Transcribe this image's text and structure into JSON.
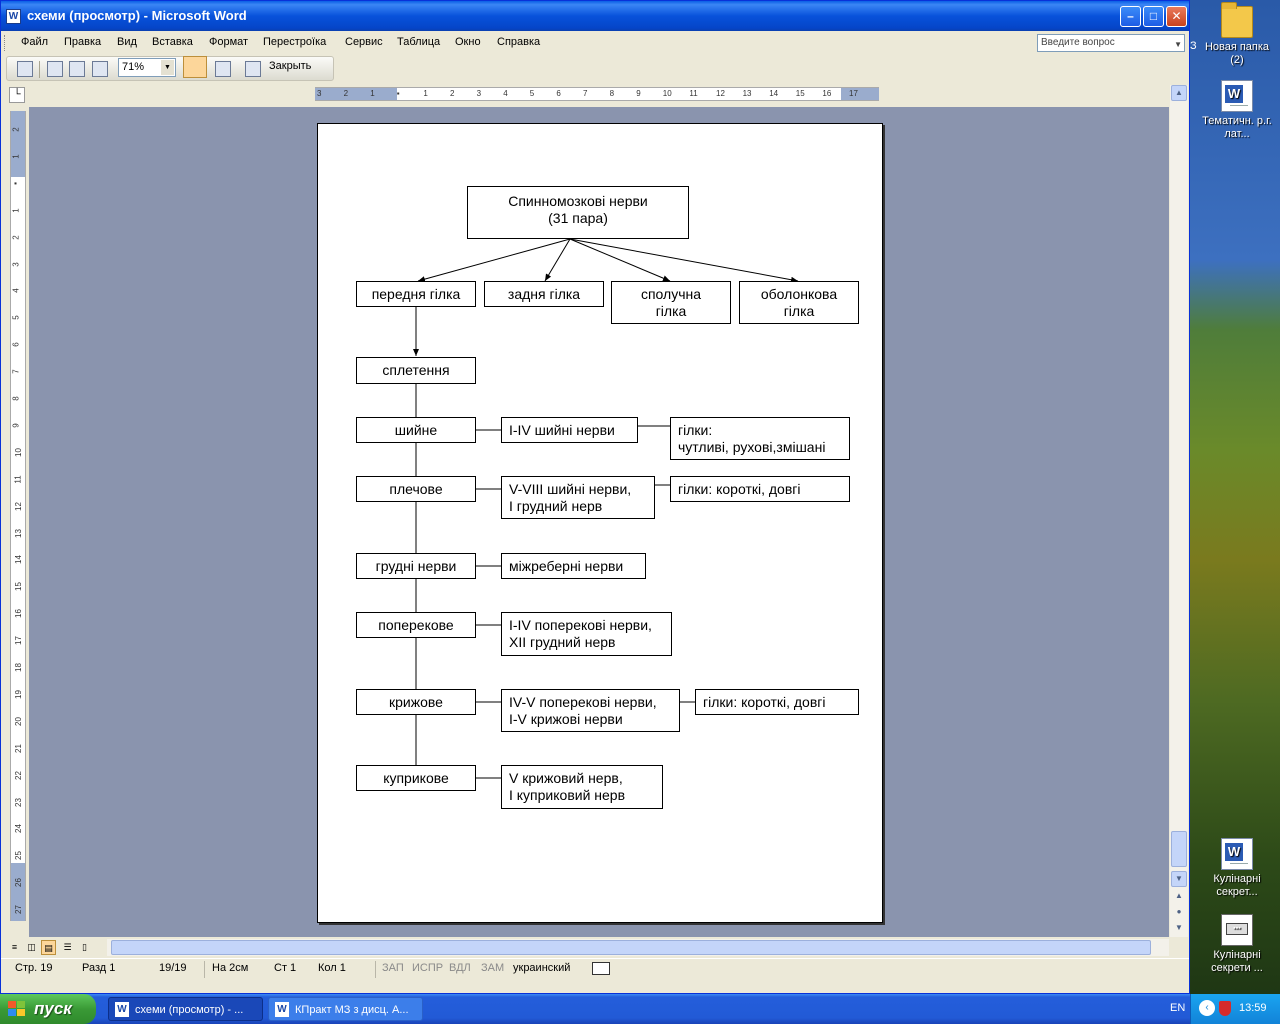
{
  "window": {
    "title": "схеми (просмотр) - Microsoft Word",
    "app_icon": "W"
  },
  "menu": [
    "Файл",
    "Правка",
    "Вид",
    "Вставка",
    "Формат",
    "Перестроїка",
    "Сервис",
    "Таблица",
    "Окно",
    "Справка"
  ],
  "ask_box": {
    "placeholder": "Введите вопрос"
  },
  "toolbar": {
    "zoom": "71%",
    "close_label": "Закрыть"
  },
  "ruler_h": [
    "3",
    "2",
    "1",
    "",
    "1",
    "2",
    "3",
    "4",
    "5",
    "6",
    "7",
    "8",
    "9",
    "10",
    "11",
    "12",
    "13",
    "14",
    "15",
    "16",
    "17"
  ],
  "ruler_v": [
    "2",
    "1",
    "",
    "1",
    "2",
    "3",
    "4",
    "5",
    "6",
    "7",
    "8",
    "9",
    "10",
    "11",
    "12",
    "13",
    "14",
    "15",
    "16",
    "17",
    "18",
    "19",
    "20",
    "21",
    "22",
    "23",
    "24",
    "25",
    "26",
    "27"
  ],
  "diagram": {
    "root": [
      "Спинномозкові нерви",
      "(31 пара)"
    ],
    "branches": [
      "передня гілка",
      "задня гілка",
      "сполучна гілка",
      "оболонкова гілка"
    ],
    "branch_lines": [
      [
        "передня гілка"
      ],
      [
        "задня гілка"
      ],
      [
        "сполучна",
        "гілка"
      ],
      [
        "оболонкова",
        "гілка"
      ]
    ],
    "plexus": "сплетення",
    "rows": [
      {
        "name": "шийне",
        "nerves": [
          "I-IV шийні нерви"
        ],
        "extra": [
          "гілки:",
          "чутливі, рухові,змішані"
        ]
      },
      {
        "name": "плечове",
        "nerves": [
          "V-VIII шийні нерви,",
          "I грудний нерв"
        ],
        "extra": [
          "гілки: короткі, довгі"
        ]
      },
      {
        "name": "грудні нерви",
        "nerves": [
          "міжреберні нерви"
        ],
        "extra": []
      },
      {
        "name": "поперекове",
        "nerves": [
          "I-IV поперекові нерви,",
          "XII грудний нерв"
        ],
        "extra": []
      },
      {
        "name": "крижове",
        "nerves": [
          "IV-V поперекові нерви,",
          "I-V крижові нерви"
        ],
        "extra": [
          "гілки: короткі, довгі"
        ]
      },
      {
        "name": "куприкове",
        "nerves": [
          "V крижовий нерв,",
          "I куприковий нерв"
        ],
        "extra": []
      }
    ]
  },
  "status": {
    "page": "Стр. 19",
    "section": "Разд 1",
    "pages": "19/19",
    "at": "На 2см",
    "line": "Ст 1",
    "col": "Кол 1",
    "rec": "ЗАП",
    "trk": "ИСПР",
    "ext": "ВДЛ",
    "ovr": "ЗАМ",
    "lang": "украинский"
  },
  "desktop_icons": [
    {
      "label": "Новая папка (2)",
      "kind": "folder"
    },
    {
      "label": "Тематичн. р.г. лат...",
      "kind": "word"
    },
    {
      "label": "Кулінарні секрет...",
      "kind": "word"
    },
    {
      "label": "Кулінарні секрети ...",
      "kind": "system"
    }
  ],
  "desktop_edge_text": "З",
  "taskbar": {
    "start_label": "пуск",
    "tasks": [
      "схеми (просмотр) - ...",
      "КПракт МЗ з дисц. А..."
    ],
    "lang": "EN",
    "clock": "13:59"
  },
  "colors": {
    "title_blue": "#0852db",
    "work_bg": "#8a94ae",
    "start_green": "#3a9a36"
  }
}
